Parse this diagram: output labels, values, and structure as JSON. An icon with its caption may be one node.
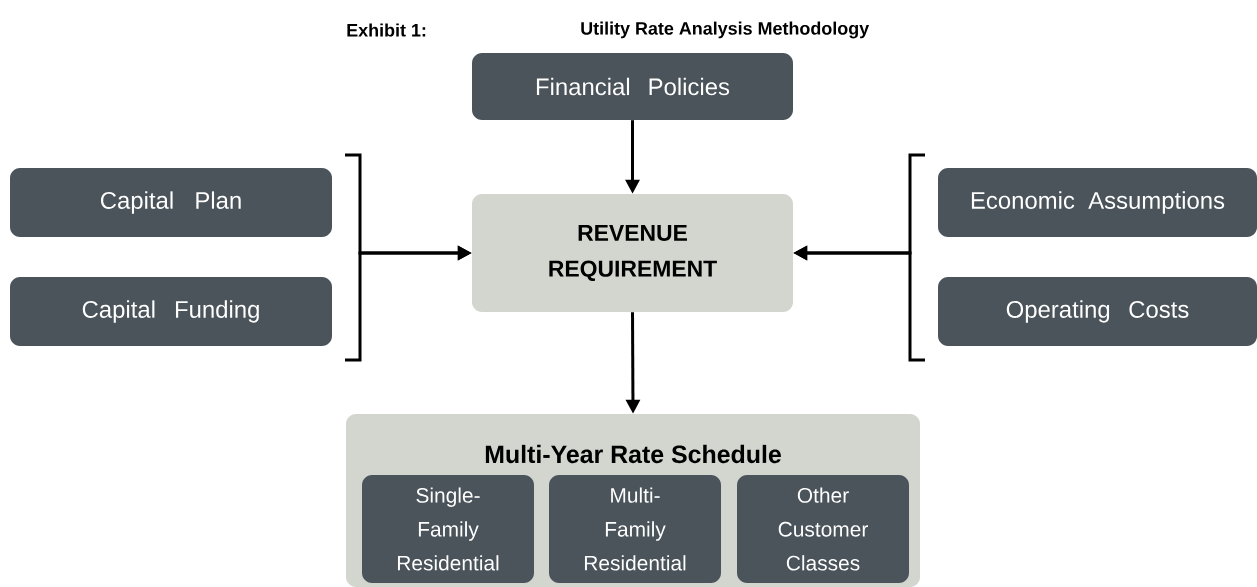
{
  "diagram": {
    "title": "Utility Rate Analysis Methodology",
    "nodes": [
      {
        "text": [
          "Financial Policies"
        ]
      },
      {
        "text": [
          "Capital Plan"
        ]
      },
      {
        "text": [
          "Capital Funding"
        ]
      },
      {
        "text": [
          "REVENUE REQUIREMENT"
        ]
      },
      {
        "text": [
          "Economic Assumptions"
        ]
      },
      {
        "text": [
          "Operating Costs"
        ]
      },
      {
        "text": [
          "Multi-Year Rate Schedule"
        ]
      },
      {
        "text": [
          "Single- Family Residential"
        ],
        "in": 6
      },
      {
        "text": [
          "Multi- Family Residential"
        ],
        "in": 6
      },
      {
        "text": [
          "Other Customer Classes"
        ],
        "in": 6
      }
    ],
    "edges": [
      {
        "from": 0,
        "to": 3,
        "arrow": "to"
      },
      {
        "from": 1,
        "to": 3,
        "arrow": "to"
      },
      {
        "from": 2,
        "to": 3,
        "arrow": "to"
      },
      {
        "from": 4,
        "to": 3,
        "arrow": "to"
      },
      {
        "from": 5,
        "to": 3,
        "arrow": "to"
      },
      {
        "from": 3,
        "to": 6,
        "arrow": "to"
      }
    ],
    "labels": [
      "Exhibit 1:"
    ]
  }
}
